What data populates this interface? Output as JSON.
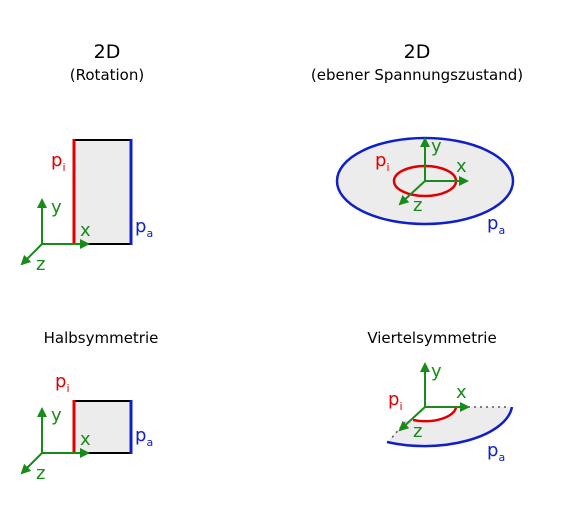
{
  "panels": {
    "rotation": {
      "title": "2D",
      "subtitle": "(Rotation)"
    },
    "plane_stress": {
      "title": "2D",
      "subtitle": "(ebener Spannungszustand)"
    },
    "half_symmetry": {
      "title": "Halbsymmetrie"
    },
    "quarter_symmetry": {
      "title": "Viertelsymmetrie"
    }
  },
  "labels": {
    "inner_pressure": "p",
    "inner_sub": "i",
    "outer_pressure": "p",
    "outer_sub": "a",
    "axis_x": "x",
    "axis_y": "y",
    "axis_z": "z"
  },
  "colors": {
    "inner": "#e00000",
    "outer": "#1020c8",
    "axis": "#1a8a1a",
    "fill": "#ececec",
    "edge": "#000000"
  }
}
